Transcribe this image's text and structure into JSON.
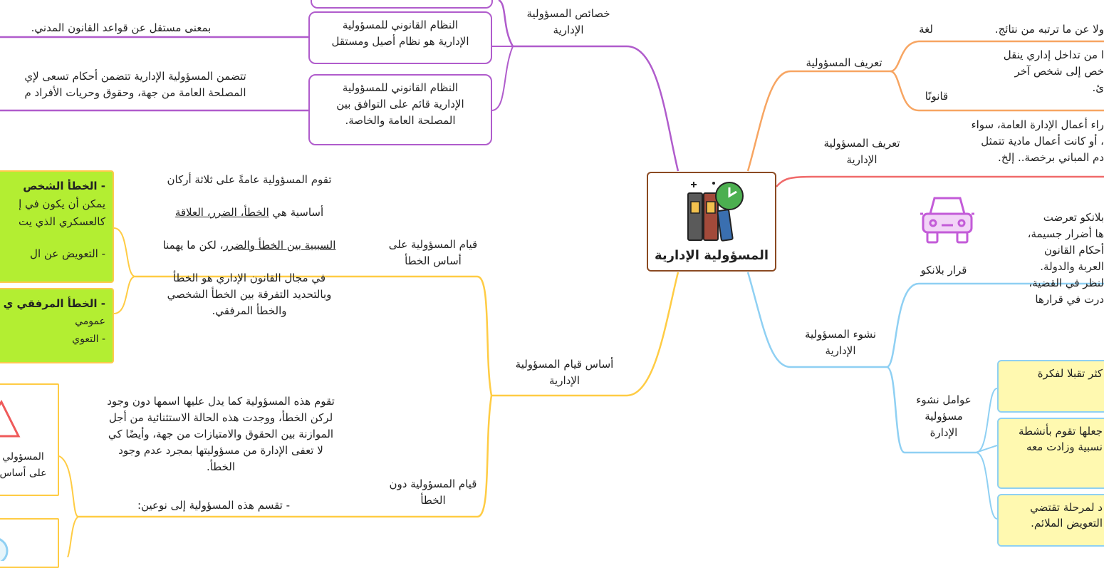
{
  "central_topic": {
    "title": "المسؤولية الإدارية",
    "icon": "books-clock-icon"
  },
  "branches": {
    "definition": {
      "label": "تعريف المسؤولية",
      "color": "#f7a562",
      "lang_label": "لغة",
      "lang_text": "ولا عن ما ترتبه من نتائج.",
      "legal_label": "قانونًا",
      "legal_text": "ا من تداخل إداري ينقل\nخص إلى شخص آخر\nئ."
    },
    "admin_definition": {
      "label": "تعريف المسؤولية\nالإدارية",
      "color": "#f06a6a",
      "text": "راء أعمال الإدارة العامة، سواء\n، أو كانت أعمال مادية تتمثل\nدم المباني برخصة.. إلخ."
    },
    "origin": {
      "label": "نشوء المسؤولية\nالإدارية",
      "color": "#8fd0f3",
      "blanco_label": "قرار بلانكو",
      "blanco_icon": "car-icon",
      "blanco_text": "بلانكو تعرضت\nها أضرار جسيمة،\nأحكام القانون\nالعربة والدولة.\nلنظر في القضية،\nدرت في قرارها",
      "factors_label": "عوامل نشوء\nمسؤولية\nالإدارة",
      "factors": [
        "كثر تقبلا لفكرة",
        "جعلها تقوم بأنشطة\nنسبية وزادت معه",
        "د لمرحلة تقتضي\nالتعويض الملائم."
      ]
    },
    "characteristics": {
      "label": "خصائص المسؤولية\nالإدارية",
      "color": "#b05ccc",
      "items": [
        {
          "box": "النظام القانوني للمسؤولية\nالإدارية هو نظام أصيل ومستقل",
          "text": "بمعنى مستقل عن قواعد القانون المدني."
        },
        {
          "box": "النظام القانوني للمسؤولية\nالإدارية قائم على التوافق بين\nالمصلحة العامة والخاصة.",
          "text": "تتضمن المسؤولية الإدارية تتضمن أحكام تسعى لإي\nالمصلحة العامة من جهة، وحقوق وحريات الأفراد م"
        }
      ]
    },
    "basis": {
      "label": "أساس قيام المسؤولية\nالإدارية",
      "color": "#ffcc44",
      "fault": {
        "label": "قيام المسؤولية على\nأساس الخطأ",
        "text_line1": "تقوم المسؤولية عامةً على ثلاثة أركان",
        "text_line2_a": "أساسية هي ",
        "text_line2_u": "الخطأ، الضرر، العلاقة",
        "text_line3_u": "السببية بين الخطأ والضرر",
        "text_line3_b": "، لكن ما يهمنا",
        "text_rest": "في مجال القانون الإداري هو الخطأ\nوبالتحديد التفرقة بين الخطأ الشخصي\nوالخطأ المرفقي.",
        "personal_title": "- الخطأ الشخص",
        "personal_line1": "يمكن أن يكون في إ",
        "personal_line2": "كالعسكري الذي يت",
        "personal_comp": "- التعويض عن ال",
        "service_title": "- الخطأ المرفقي ي",
        "service_line1": "عمومي",
        "service_comp": "- التعوي"
      },
      "no_fault": {
        "label": "قيام المسؤولية دون\nالخطأ",
        "text": "تقوم هذه المسؤولية كما يدل عليها اسمها دون وجود\nلركن الخطأ، ووجدت هذه الحالة الاستثنائية من أجل\nالموازنة بين الحقوق والامتيازات من جهة، وأيضًا كي\nلا تعفى الإدارة من مسؤوليتها بمجرد عدم وجود\nالخطأ.",
        "division": "- تقسم هذه المسؤولية إلى نوعين:",
        "risk_icon": "warning-icon",
        "risk_text": "المسؤولي\nعلى أساس"
      }
    }
  }
}
